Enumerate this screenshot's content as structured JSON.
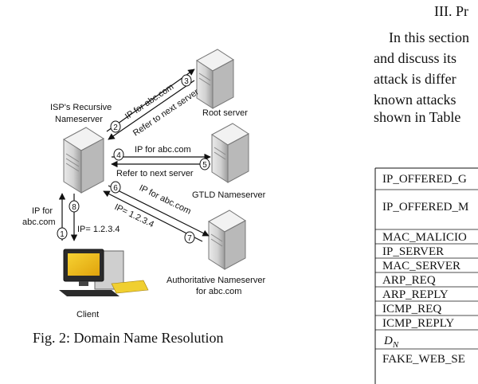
{
  "figure": {
    "caption": "Fig. 2: Domain Name Resolution",
    "nodes": {
      "recursive": "ISP's Recursive Nameserver",
      "recursive_line1": "ISP's Recursive",
      "recursive_line2": "Nameserver",
      "root": "Root server",
      "gtld": "GTLD Nameserver",
      "auth_line1": "Authoritative Nameserver",
      "auth_line2": "for abc.com",
      "client": "Client"
    },
    "arrows": {
      "a1_line1": "IP for",
      "a1_line2": "abc.com",
      "a2": "IP for abc.com",
      "a3": "Refer to next server",
      "a4": "IP for abc.com",
      "a5": "Refer to next server",
      "a6": "IP for abc.com",
      "a7": "IP= 1.2.3.4",
      "a8": "IP= 1.2.3.4"
    },
    "step_numbers": [
      "1",
      "2",
      "3",
      "4",
      "5",
      "6",
      "7",
      "8"
    ]
  },
  "paper": {
    "section_heading": "III. Pr",
    "paragraph_lines": [
      "In this section",
      "and discuss its",
      "attack is differ",
      "known attacks",
      "shown in Table"
    ],
    "table_rows": [
      "IP_OFFERED_G",
      "IP_OFFERED_M",
      "MAC_MALICIO",
      "IP_SERVER",
      "MAC_SERVER",
      "ARP_REQ",
      "ARP_REPLY",
      "ICMP_REQ",
      "ICMP_REPLY",
      "D",
      "FAKE_WEB_SE"
    ],
    "dn_subscript": "N"
  }
}
